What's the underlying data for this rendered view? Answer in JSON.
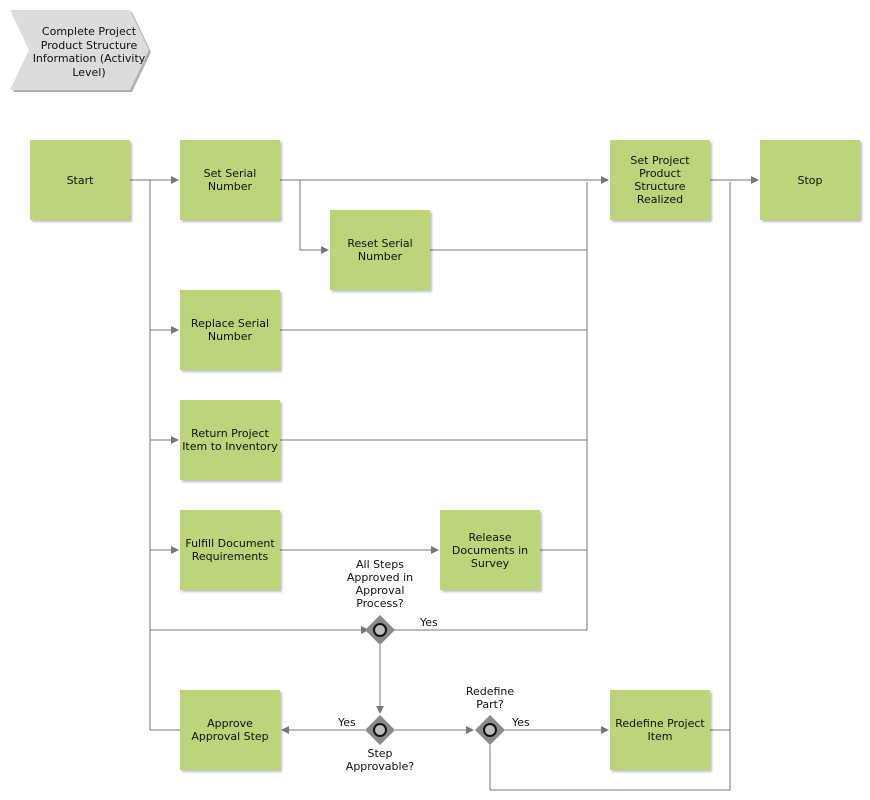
{
  "header": {
    "title": "Complete Project Product Structure Information (Activity Level)"
  },
  "nodes": {
    "start": "Start",
    "set_serial": "Set Serial Number",
    "reset_serial": "Reset Serial Number",
    "replace_serial": "Replace Serial Number",
    "return_item": "Return Project Item to Inventory",
    "fulfill_docs": "Fulfill Document Requirements",
    "release_docs": "Release Documents in Survey",
    "set_structure": "Set Project Product Structure Realized",
    "stop": "Stop",
    "approve_step": "Approve Approval Step",
    "redefine_item": "Redefine Project Item"
  },
  "gateways": {
    "all_steps": "All Steps Approved in Approval Process?",
    "step_approvable": "Step Approvable?",
    "redefine_part": "Redefine Part?"
  },
  "edge_labels": {
    "all_steps_yes": "Yes",
    "step_approvable_yes": "Yes",
    "redefine_part_yes": "Yes"
  },
  "colors": {
    "node_fill": "#bcd47a",
    "header_fill": "#dcdcdc",
    "line": "#777777",
    "gateway": "#8a8a8a"
  }
}
